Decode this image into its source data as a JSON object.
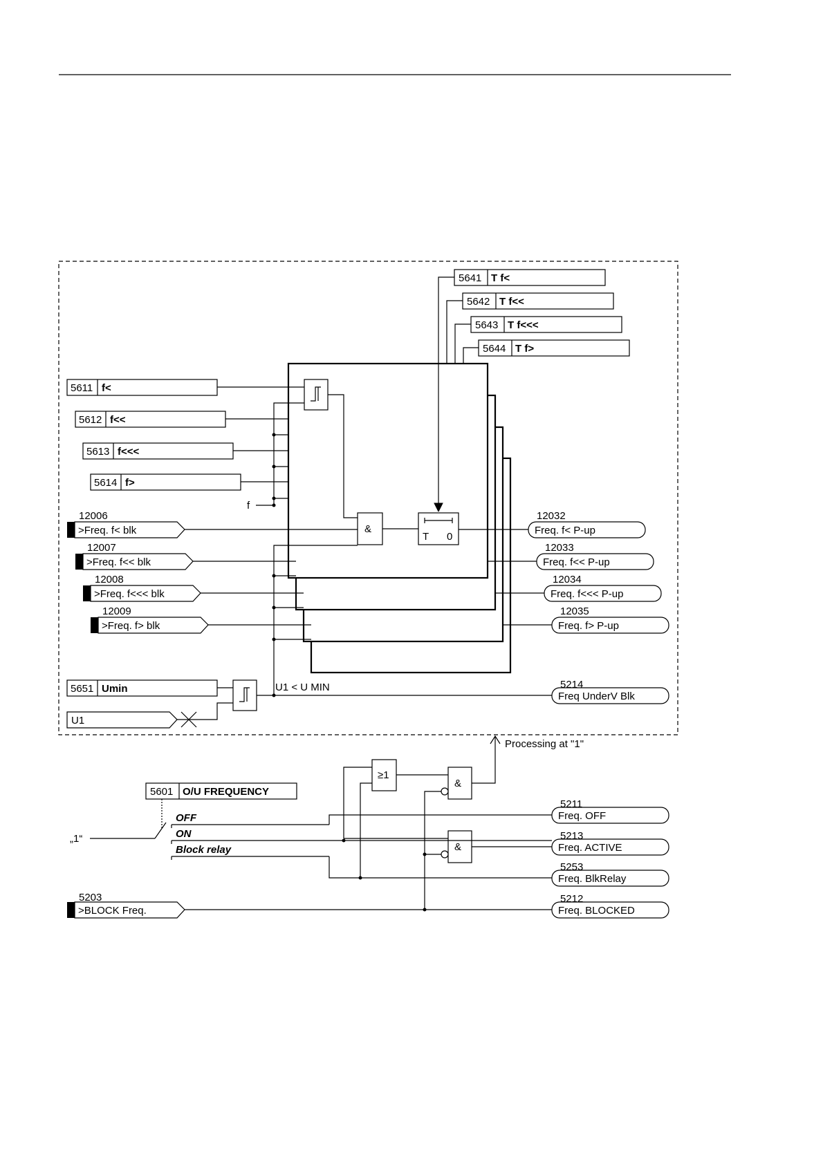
{
  "settings": [
    {
      "id": "s5641",
      "num": "5641",
      "label": "T f<"
    },
    {
      "id": "s5642",
      "num": "5642",
      "label": "T f<<"
    },
    {
      "id": "s5643",
      "num": "5643",
      "label": "T f<<<"
    },
    {
      "id": "s5644",
      "num": "5644",
      "label": "T f>"
    },
    {
      "id": "s5611",
      "num": "5611",
      "label": "f<"
    },
    {
      "id": "s5612",
      "num": "5612",
      "label": "f<<"
    },
    {
      "id": "s5613",
      "num": "5613",
      "label": "f<<<"
    },
    {
      "id": "s5614",
      "num": "5614",
      "label": "f>"
    },
    {
      "id": "s5651",
      "num": "5651",
      "label": "Umin"
    },
    {
      "id": "s5601",
      "num": "5601",
      "label": "O/U FREQUENCY"
    }
  ],
  "inputs": [
    {
      "id": "i12006",
      "num": "12006",
      "label": ">Freq. f< blk"
    },
    {
      "id": "i12007",
      "num": "12007",
      "label": ">Freq. f<< blk"
    },
    {
      "id": "i12008",
      "num": "12008",
      "label": ">Freq. f<<< blk"
    },
    {
      "id": "i12009",
      "num": "12009",
      "label": ">Freq. f> blk"
    },
    {
      "id": "i5203",
      "num": "5203",
      "label": ">BLOCK Freq."
    }
  ],
  "outputs": [
    {
      "id": "o12032",
      "num": "12032",
      "label": "Freq. f< P-up"
    },
    {
      "id": "o12033",
      "num": "12033",
      "label": "Freq. f<< P-up"
    },
    {
      "id": "o12034",
      "num": "12034",
      "label": "Freq. f<<< P-up"
    },
    {
      "id": "o12035",
      "num": "12035",
      "label": "Freq. f> P-up"
    },
    {
      "id": "o5214",
      "num": "5214",
      "label": "Freq UnderV Blk"
    },
    {
      "id": "o5211",
      "num": "5211",
      "label": "Freq.  OFF"
    },
    {
      "id": "o5213",
      "num": "5213",
      "label": "Freq.  ACTIVE"
    },
    {
      "id": "o5253",
      "num": "5253",
      "label": "Freq. BlkRelay"
    },
    {
      "id": "o5212",
      "num": "5212",
      "label": "Freq.  BLOCKED"
    }
  ],
  "u1_label": "U1",
  "f_label": "f",
  "gates": {
    "and": "&",
    "or": "≥1",
    "timer_t": "T",
    "timer_0": "0"
  },
  "u1_umin_label": "U1 < U MIN",
  "processing_label": "Processing at \"1\"",
  "switch": {
    "input_label": "„1“",
    "off": "OFF",
    "on": "ON",
    "block_relay": "Block relay"
  }
}
